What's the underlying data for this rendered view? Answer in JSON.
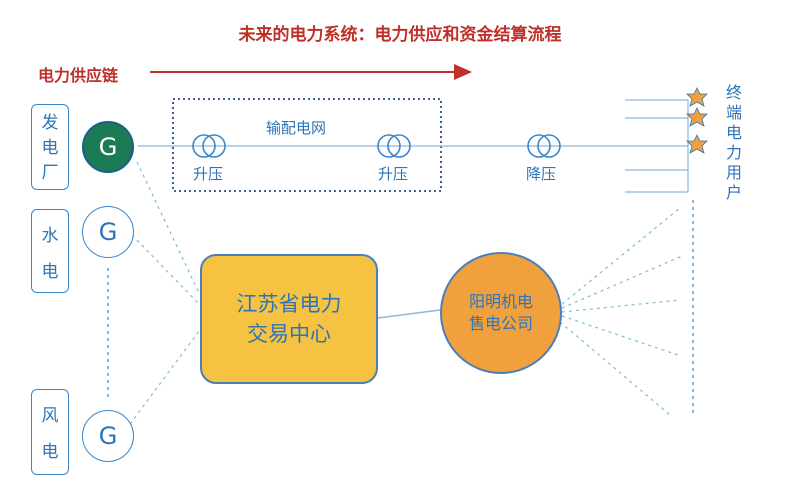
{
  "title": "未来的电力系统：电力供应和资金结算流程",
  "supply_chain_label": "电力供应链",
  "sources": [
    {
      "label_chars": [
        "发",
        "电",
        "厂"
      ],
      "gen_symbol": "G",
      "style": "dark"
    },
    {
      "label_chars": [
        "水",
        "电"
      ],
      "gen_symbol": "G",
      "style": "light"
    },
    {
      "label_chars": [
        "风",
        "电"
      ],
      "gen_symbol": "G",
      "style": "light"
    }
  ],
  "grid": {
    "label": "输配电网",
    "step_up_1": "升压",
    "step_up_2": "升压",
    "step_down": "降压"
  },
  "exchange": {
    "lines": [
      "江苏省电力",
      "交易中心"
    ]
  },
  "retailer": {
    "lines": [
      "阳明机电",
      "售电公司"
    ]
  },
  "end_users": {
    "chars": [
      "终",
      "端",
      "电",
      "力",
      "用",
      "户"
    ]
  },
  "colors": {
    "title_red": "#c0302a",
    "line_blue": "#3a86c8",
    "exchange_fill": "#f5c242",
    "retailer_fill": "#f0a03c",
    "generator_dark": "#1c7a55",
    "star_orange": "#f0a03c"
  }
}
